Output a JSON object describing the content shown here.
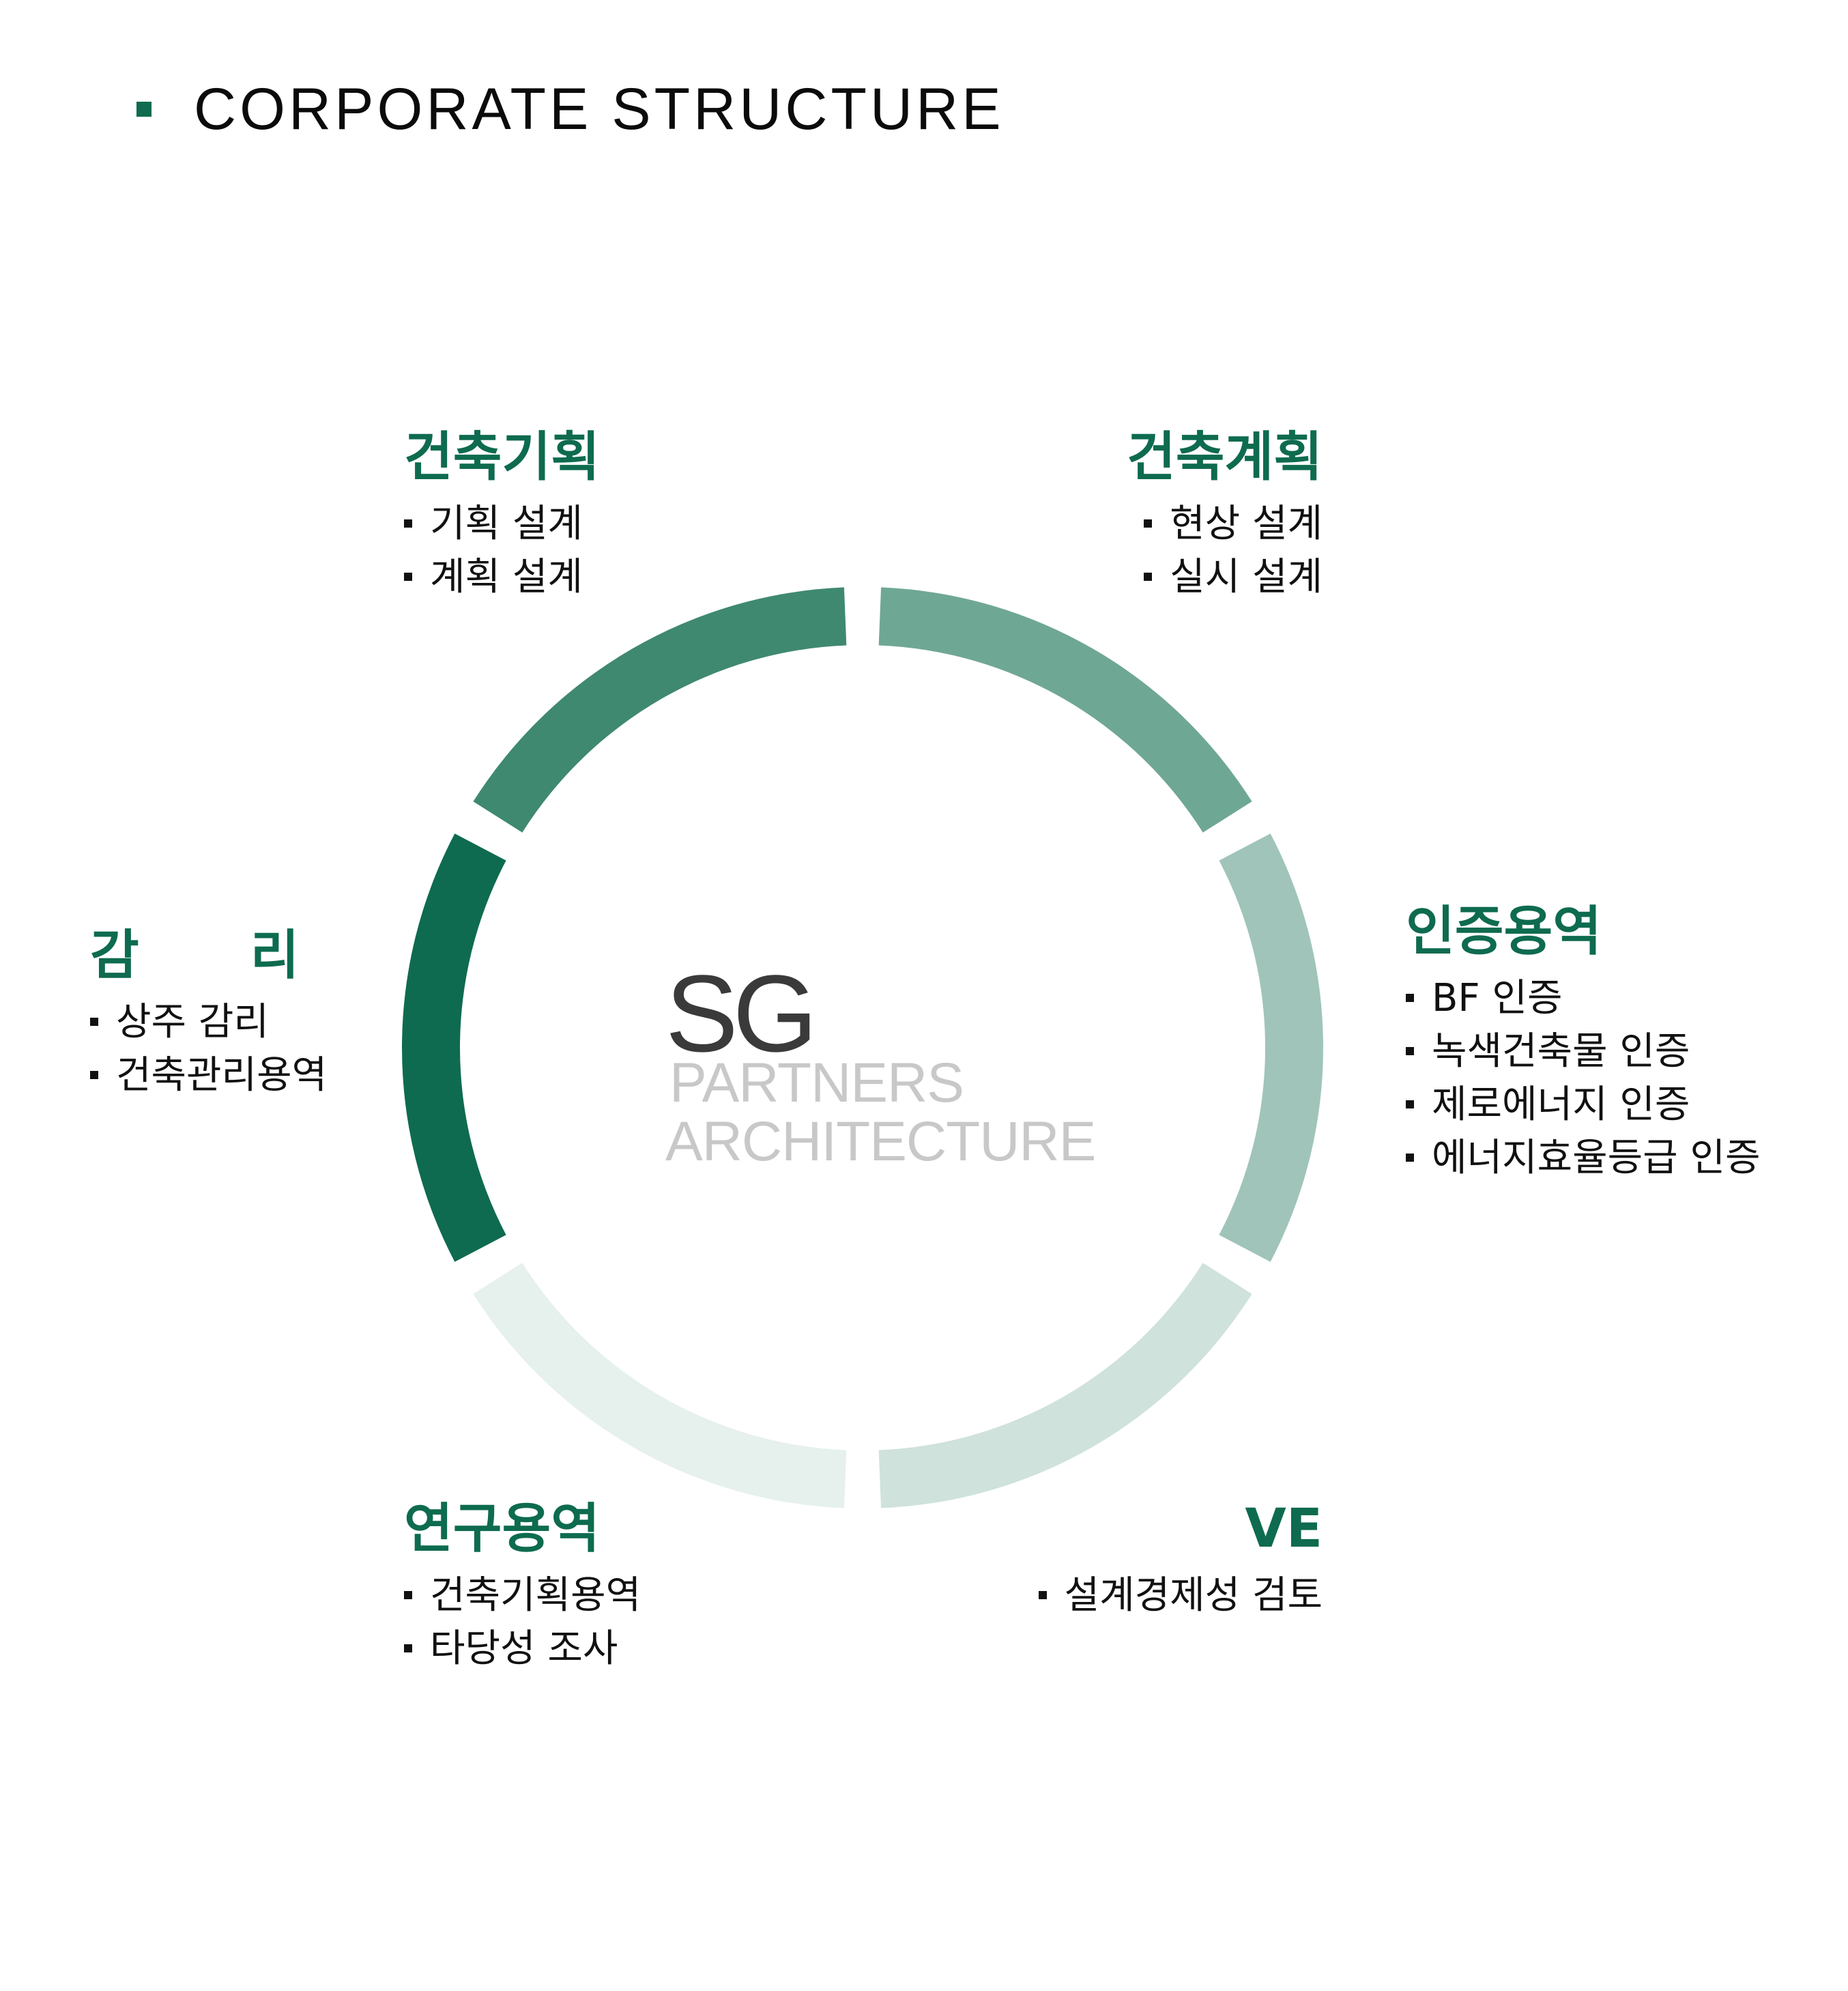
{
  "header": {
    "title": "CORPORATE STRUCTURE",
    "bullet_color": "#0e6b4f"
  },
  "colors": {
    "accent": "#0e6b4f",
    "segment_planning": "#6fa795",
    "segment_design": "#a0c4b9",
    "segment_certification": "#cfe2dc",
    "segment_ve": "#e6f0ed",
    "segment_research": "#0e6b4f",
    "segment_supervision": "#3f8970"
  },
  "services": {
    "planning": {
      "title": "건축기획",
      "items": [
        "기획 설계",
        "계획 설계"
      ]
    },
    "design": {
      "title": "건축계획",
      "items": [
        "현상 설계",
        "실시 설계"
      ]
    },
    "certification": {
      "title": "인증용역",
      "items": [
        "BF 인증",
        "녹색건축물 인증",
        "제로에너지 인증",
        "에너지효율등급 인증"
      ]
    },
    "ve": {
      "title": "VE",
      "items": [
        "설계경제성 검토"
      ]
    },
    "research": {
      "title": "연구용역",
      "items": [
        "건축기획용역",
        "타당성 조사"
      ]
    },
    "supervision": {
      "title": "감      리",
      "items": [
        "상주 감리",
        "건축관리용역"
      ]
    }
  },
  "logo": {
    "sg": "SG",
    "partners": "PARTNERS",
    "architecture": "ARCHITECTURE"
  }
}
